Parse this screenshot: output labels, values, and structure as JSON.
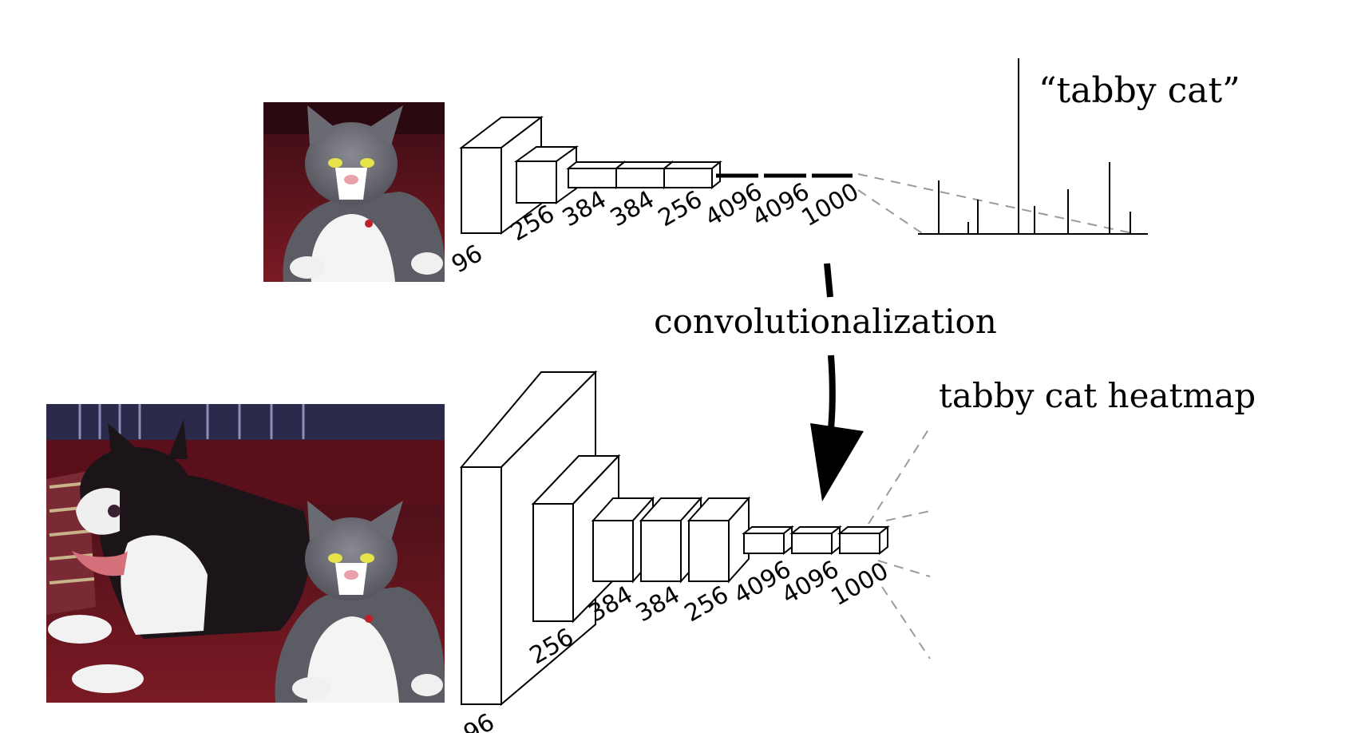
{
  "top_network": {
    "layer_labels": [
      "96",
      "256",
      "384",
      "384",
      "256",
      "4096",
      "4096",
      "1000"
    ],
    "output_label": "“tabby cat”"
  },
  "bottom_network": {
    "layer_labels": [
      "96",
      "256",
      "384",
      "384",
      "256",
      "4096",
      "4096",
      "1000"
    ],
    "output_label": "tabby cat heatmap"
  },
  "arrow_label": "convolutionalization",
  "input_images": [
    "photo of a grey and white tabby cat on a red couch",
    "photo of a black and white dog and a tabby cat on a red couch"
  ]
}
